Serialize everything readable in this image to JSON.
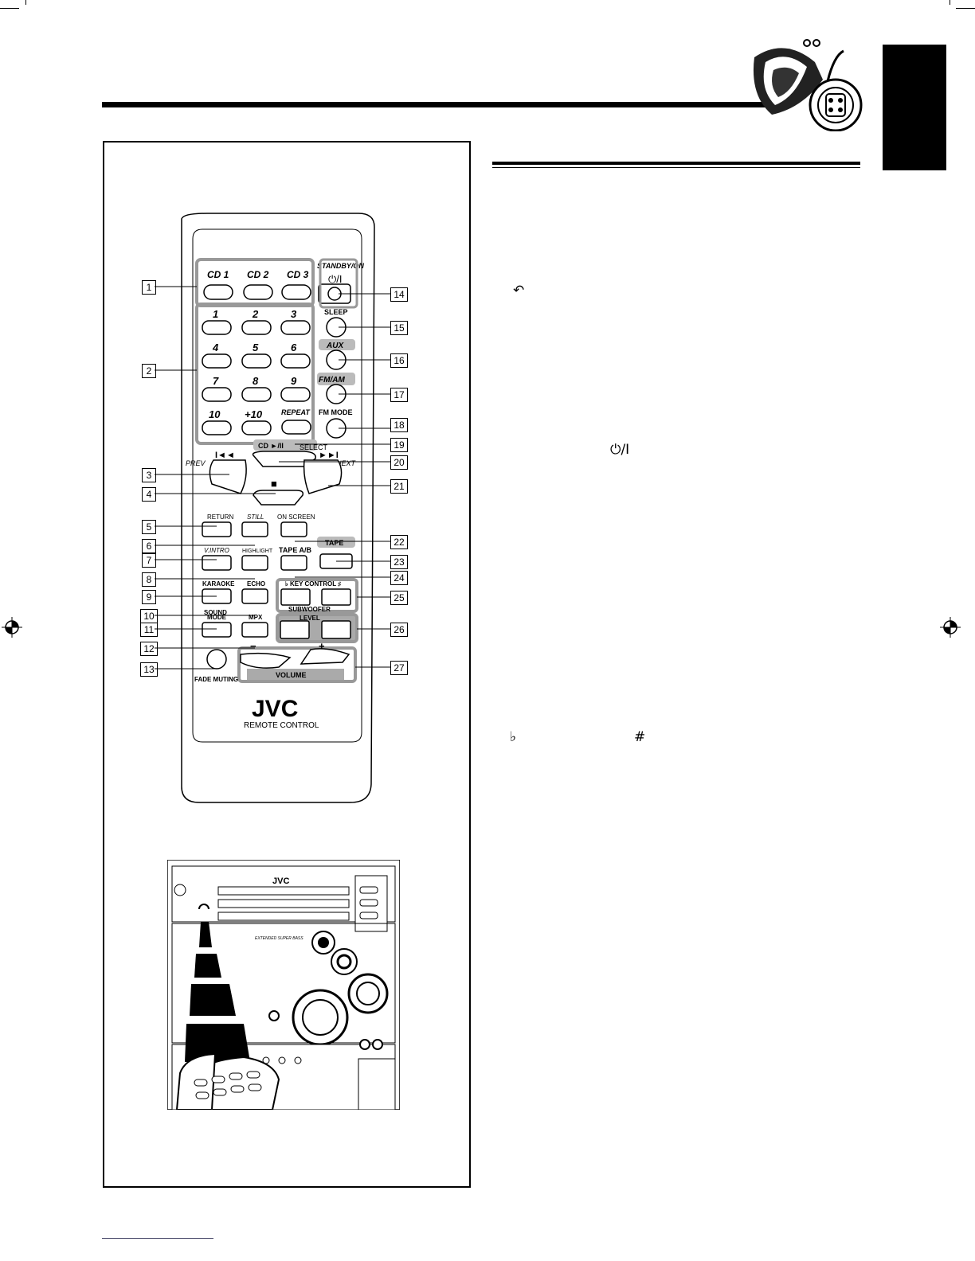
{
  "remote": {
    "brand": "JVC",
    "subtitle": "REMOTE CONTROL",
    "standby_label": "STANDBY/ON",
    "standby_symbol": "⏻/I",
    "cd_buttons": [
      "CD 1",
      "CD 2",
      "CD 3"
    ],
    "numbers": [
      "1",
      "2",
      "3",
      "4",
      "5",
      "6",
      "7",
      "8",
      "9",
      "10",
      "+10"
    ],
    "sleep": "SLEEP",
    "aux": "AUX",
    "fmam": "FM/AM",
    "fm_mode": "FM MODE",
    "repeat": "REPEAT",
    "cd_play": "CD ►/II",
    "select": "SELECT",
    "prev": "PREV",
    "next": "NEXT",
    "prev_symbol": "I◄◄",
    "next_symbol": "►►I",
    "stop_symbol": "■",
    "return": "RETURN",
    "still": "STILL",
    "on_screen": "ON SCREEN",
    "tape": "TAPE",
    "vintro": "V.INTRO",
    "highlight": "HIGHLIGHT",
    "tape_ab": "TAPE A/B",
    "karaoke": "KARAOKE",
    "echo": "ECHO",
    "key_control": "♭ KEY CONTROL ♯",
    "sound": "SOUND",
    "subwoofer": "SUBWOOFER",
    "level": "LEVEL",
    "mode": "MODE",
    "mpx": "MPX",
    "minus": "−",
    "plus": "+",
    "fade_muting": "FADE MUTING",
    "volume": "VOLUME"
  },
  "callouts": [
    "1",
    "2",
    "3",
    "4",
    "5",
    "6",
    "7",
    "8",
    "9",
    "10",
    "11",
    "12",
    "13",
    "14",
    "15",
    "16",
    "17",
    "18",
    "19",
    "20",
    "21",
    "22",
    "23",
    "24",
    "25",
    "26",
    "27"
  ],
  "unit": {
    "brand": "JVC",
    "extended": "EXTENDED SUPER BASS"
  },
  "right_column": {
    "return_glyph": "↶",
    "power_glyph": "⏻/I",
    "flat_glyph": "♭",
    "sharp_glyph": "#"
  }
}
